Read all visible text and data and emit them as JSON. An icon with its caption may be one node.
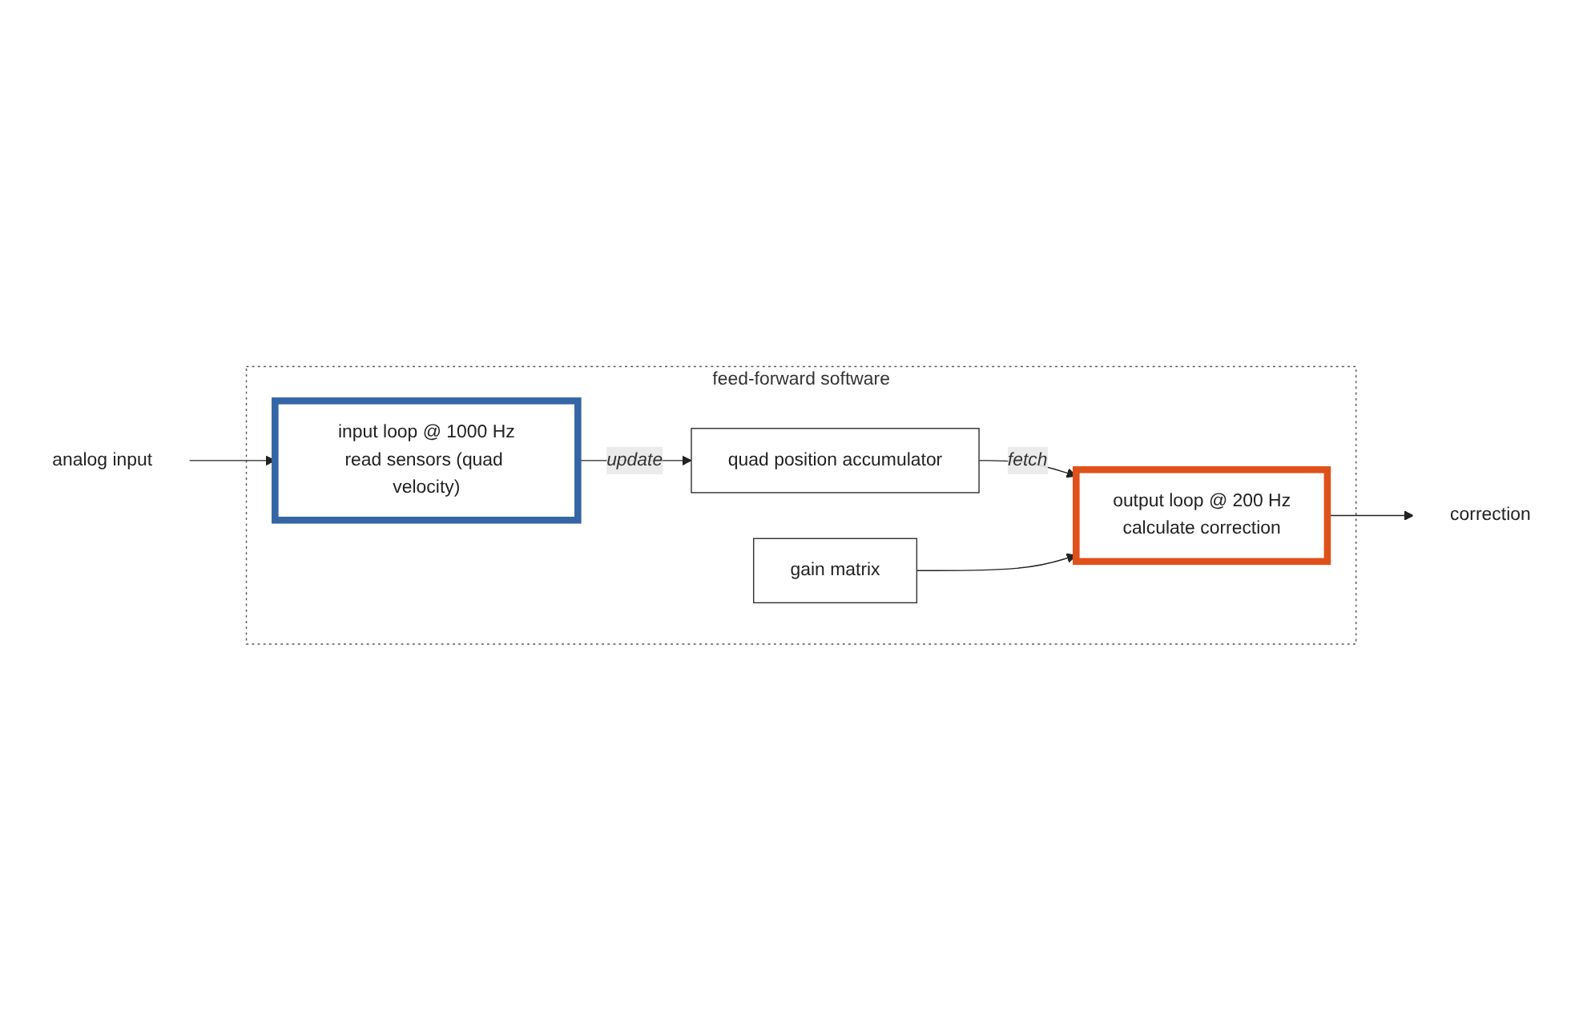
{
  "diagram": {
    "nodes": [
      {
        "text": [
          "feed-forward software"
        ]
      },
      {
        "text": [
          "analog input"
        ]
      },
      {
        "text": [
          "input loop @ 1000 Hz",
          "read sensors (quad velocity)"
        ],
        "in": 0
      },
      {
        "text": [
          "quad position accumulator"
        ],
        "in": 0
      },
      {
        "text": [
          "output loop @ 200 Hz",
          "calculate correction"
        ],
        "in": 0
      },
      {
        "text": [
          "gain matrix"
        ],
        "in": 0
      },
      {
        "text": [
          "correction"
        ]
      }
    ],
    "edges": [
      {
        "from": 1,
        "to": 2,
        "arrow": "to"
      },
      {
        "from": 2,
        "to": 3,
        "arrow": "to",
        "label": "update"
      },
      {
        "from": 3,
        "to": 4,
        "arrow": "to",
        "label": "fetch"
      },
      {
        "from": 5,
        "to": 4,
        "arrow": "to"
      },
      {
        "from": 4,
        "to": 6,
        "arrow": "to"
      }
    ]
  }
}
